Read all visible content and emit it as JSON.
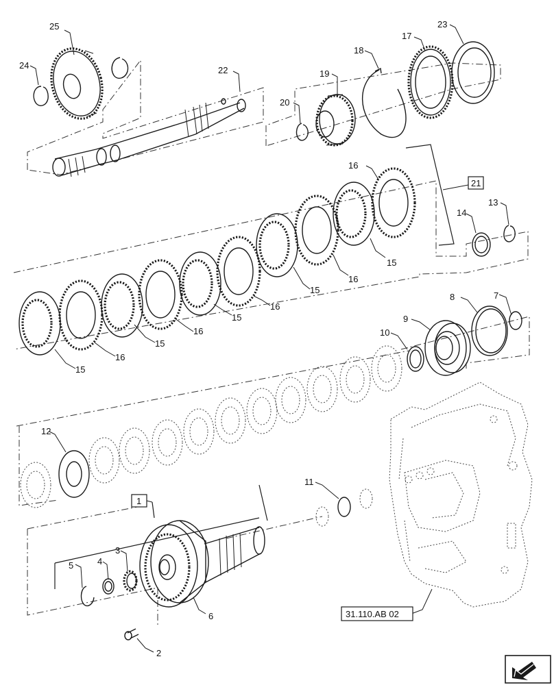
{
  "callouts": {
    "c1": "1",
    "c2": "2",
    "c3": "3",
    "c4": "4",
    "c5": "5",
    "c6": "6",
    "c7": "7",
    "c8": "8",
    "c9": "9",
    "c10": "10",
    "c11": "11",
    "c12": "12",
    "c13": "13",
    "c14": "14",
    "c15": "15",
    "c16": "16",
    "c17": "17",
    "c18": "18",
    "c19": "19",
    "c20": "20",
    "c21": "21",
    "c22": "22",
    "c23": "23",
    "c24": "24",
    "c25": "25"
  },
  "reference": "31.110.AB 02",
  "icons": {
    "corner": "arrow-navigation-icon"
  }
}
